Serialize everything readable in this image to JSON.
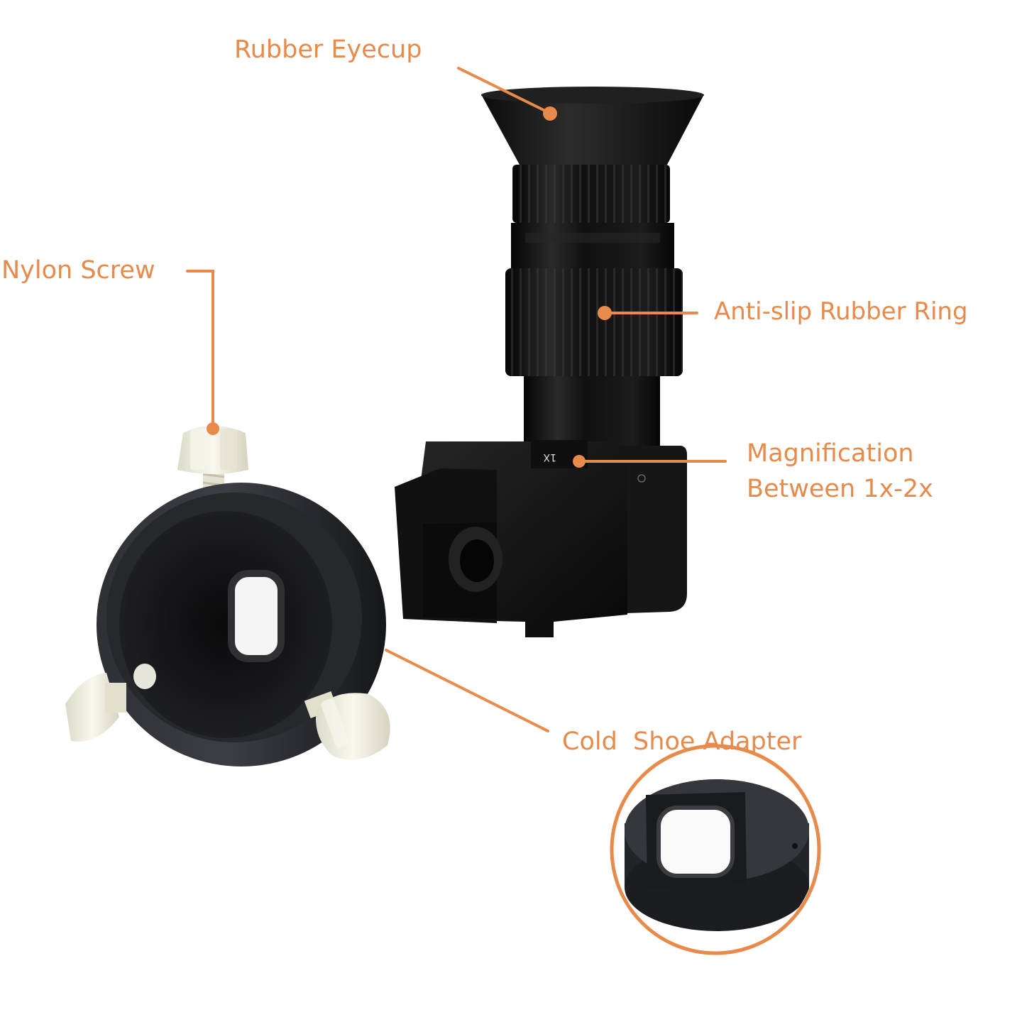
{
  "labels": {
    "rubber_eyecup": "Rubber Eyecup",
    "nylon_screw": "Nylon Screw",
    "anti_slip_ring": "Anti-slip Rubber Ring",
    "magnification_line1": "Magnification",
    "magnification_line2": "Between 1x-2x",
    "cold_shoe_adapter": "Cold  Shoe Adapter",
    "dial_marking": "1X"
  },
  "colors": {
    "accent": "#E88A4A",
    "product_black": "#141414",
    "nylon_white": "#F4F2E6",
    "background": "#FFFFFF"
  }
}
